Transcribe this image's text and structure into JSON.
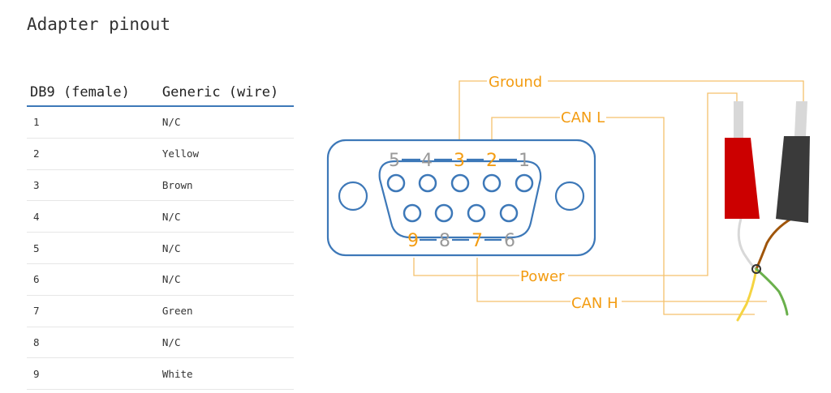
{
  "page": {
    "title": "Adapter pinout"
  },
  "table": {
    "headers": [
      "DB9 (female)",
      "Generic (wire)"
    ],
    "rows": [
      [
        "1",
        "N/C"
      ],
      [
        "2",
        "Yellow"
      ],
      [
        "3",
        "Brown"
      ],
      [
        "4",
        "N/C"
      ],
      [
        "5",
        "N/C"
      ],
      [
        "6",
        "N/C"
      ],
      [
        "7",
        "Green"
      ],
      [
        "8",
        "N/C"
      ],
      [
        "9",
        "White"
      ]
    ]
  },
  "diagram": {
    "top_pins": [
      "5",
      "4",
      "3",
      "2",
      "1"
    ],
    "bottom_pins": [
      "9",
      "8",
      "7",
      "6"
    ],
    "labels": {
      "ground": "Ground",
      "can_l": "CAN L",
      "power": "Power",
      "can_h": "CAN H"
    },
    "colors": {
      "connector": "#3d78b8",
      "highlight": "#f39c12",
      "pin_gray": "#999999",
      "line": "#f5c16c",
      "red_clip": "#cc0000",
      "black_clip": "#3a3a3a",
      "wire_brown": "#a0550a",
      "wire_yellow": "#f5d442",
      "wire_green": "#6ab04c",
      "wire_white": "#d8d8d8"
    }
  }
}
